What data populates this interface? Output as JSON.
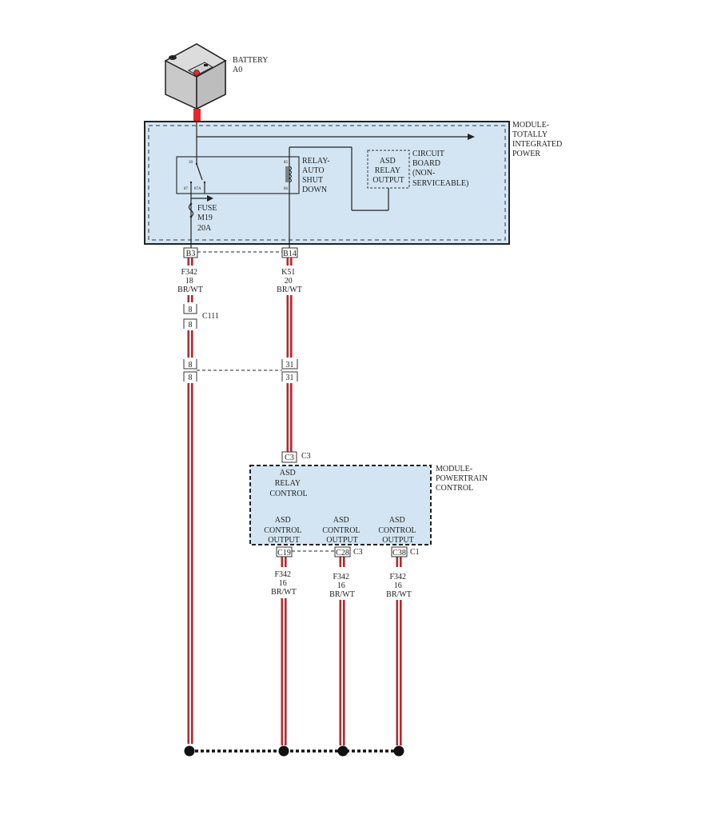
{
  "battery": {
    "name": "BATTERY",
    "id": "A0",
    "terminal_color": "#e8262b"
  },
  "tipm": {
    "label_lines": [
      "MODULE-",
      "TOTALLY",
      "INTEGRATED",
      "POWER"
    ],
    "fill_color": "#d3e5f3",
    "relay": {
      "label_lines": [
        "RELAY-",
        "AUTO",
        "SHUT",
        "DOWN"
      ],
      "pins": {
        "p30": "30",
        "p87": "87",
        "p87a": "87A",
        "p85": "85",
        "p86": "86"
      }
    },
    "fuse": {
      "label_lines": [
        "FUSE",
        "M19",
        "20A"
      ]
    },
    "circuit_board": {
      "inner_lines": [
        "ASD",
        "RELAY",
        "OUTPUT"
      ],
      "label_lines": [
        "CIRCUIT",
        "BOARD",
        "(NON-",
        "SERVICEABLE)"
      ]
    },
    "connectors": {
      "left": "B3",
      "right": "B14"
    }
  },
  "wires": {
    "color": "#b5282e",
    "left": {
      "circuit": "F342",
      "gauge": "18",
      "color_code": "BR/WT"
    },
    "right": {
      "circuit": "K51",
      "gauge": "20",
      "color_code": "BR/WT"
    },
    "outputs": [
      {
        "circuit": "F342",
        "gauge": "16",
        "color_code": "BR/WT"
      },
      {
        "circuit": "F342",
        "gauge": "16",
        "color_code": "BR/WT"
      },
      {
        "circuit": "F342",
        "gauge": "16",
        "color_code": "BR/WT"
      }
    ]
  },
  "inline_connector": {
    "name": "C111",
    "left_pin_top": "8",
    "left_pin_bottom": "8",
    "left_pin_2_top": "8",
    "left_pin_2_bottom": "8",
    "right_pin_top": "31",
    "right_pin_bottom": "31"
  },
  "pcm": {
    "label_lines": [
      "MODULE-",
      "POWERTRAIN",
      "CONTROL"
    ],
    "input": {
      "pin": "C3",
      "connector": "C3",
      "label_lines": [
        "ASD",
        "RELAY",
        "CONTROL"
      ]
    },
    "outputs": [
      {
        "pin": "C19",
        "connector": "",
        "label_lines": [
          "ASD",
          "CONTROL",
          "OUTPUT"
        ]
      },
      {
        "pin": "C28",
        "connector": "C3",
        "label_lines": [
          "ASD",
          "CONTROL",
          "OUTPUT"
        ]
      },
      {
        "pin": "C38",
        "connector": "C1",
        "label_lines": [
          "ASD",
          "CONTROL",
          "OUTPUT"
        ]
      }
    ]
  }
}
